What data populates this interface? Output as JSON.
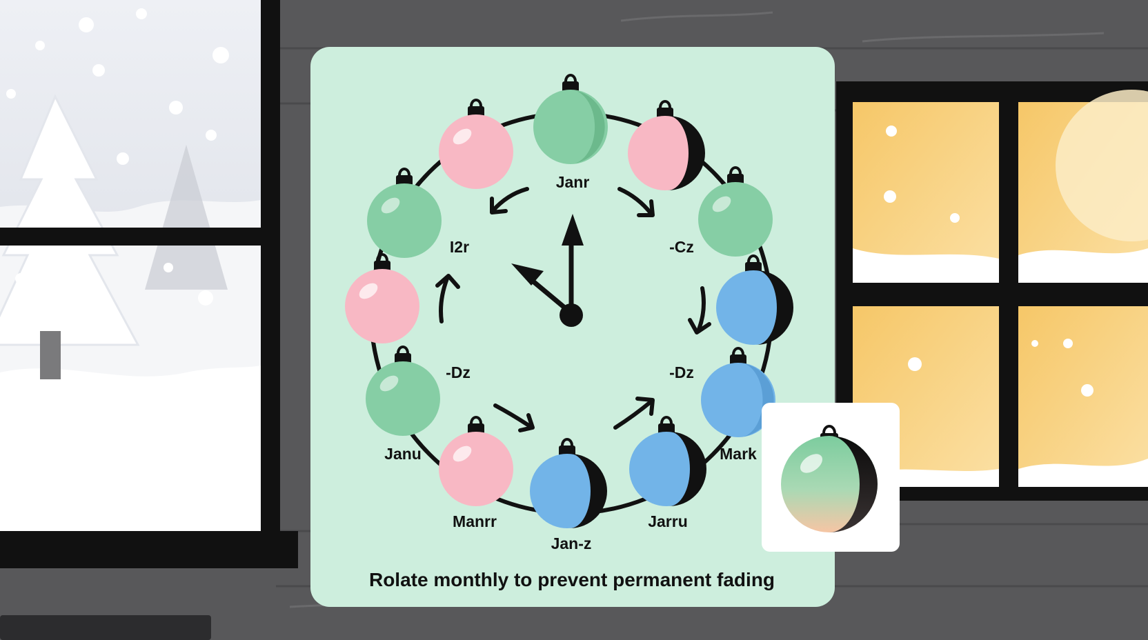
{
  "caption": "Rolate monthly to prevent permanent fading",
  "labels": {
    "top": "Janr",
    "upper_left": "I2r",
    "upper_right": "-Cz",
    "mid_left": "-Dz",
    "mid_right": "-Dz",
    "lower_left": "Janu",
    "bottom_left": "Manrr",
    "bottom": "Jan-z",
    "bottom_right": "Jarru",
    "lower_right": "Mark"
  },
  "colors": {
    "panel": "#cdeedd",
    "green": "#86cea5",
    "pink": "#f8b8c4",
    "blue": "#72b4e8",
    "ink": "#111111"
  },
  "icons": [
    "snowflake-icon",
    "tree-icon",
    "ornament-icon",
    "clock-hands-icon",
    "rotation-arrow-icon"
  ]
}
